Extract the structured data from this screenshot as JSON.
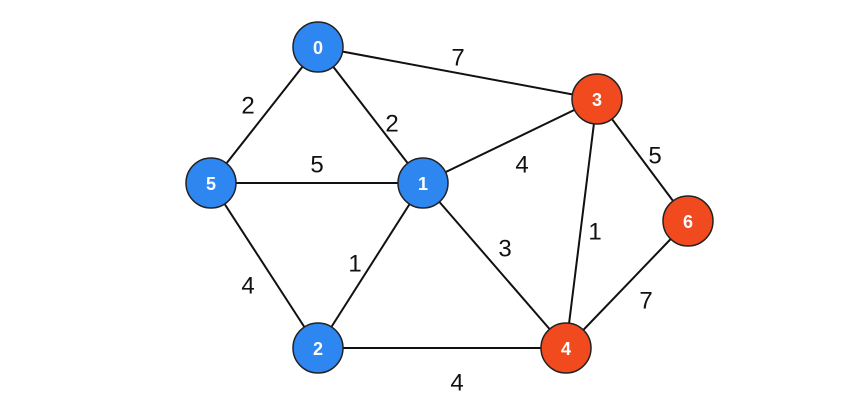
{
  "colors": {
    "blue": "#2e86f0",
    "orange": "#f04a1e"
  },
  "nodes": [
    {
      "id": "0",
      "label": "0",
      "group": "blue"
    },
    {
      "id": "1",
      "label": "1",
      "group": "blue"
    },
    {
      "id": "2",
      "label": "2",
      "group": "blue"
    },
    {
      "id": "3",
      "label": "3",
      "group": "orange"
    },
    {
      "id": "4",
      "label": "4",
      "group": "orange"
    },
    {
      "id": "5",
      "label": "5",
      "group": "blue"
    },
    {
      "id": "6",
      "label": "6",
      "group": "orange"
    }
  ],
  "edges": [
    {
      "from": "0",
      "to": "3",
      "weight": "7"
    },
    {
      "from": "0",
      "to": "5",
      "weight": "2"
    },
    {
      "from": "0",
      "to": "1",
      "weight": "2"
    },
    {
      "from": "5",
      "to": "1",
      "weight": "5"
    },
    {
      "from": "1",
      "to": "3",
      "weight": "4"
    },
    {
      "from": "3",
      "to": "6",
      "weight": "5"
    },
    {
      "from": "1",
      "to": "2",
      "weight": "1"
    },
    {
      "from": "3",
      "to": "4",
      "weight": "1"
    },
    {
      "from": "1",
      "to": "4",
      "weight": "3"
    },
    {
      "from": "5",
      "to": "2",
      "weight": "4"
    },
    {
      "from": "6",
      "to": "4",
      "weight": "7"
    },
    {
      "from": "2",
      "to": "4",
      "weight": "4"
    }
  ]
}
